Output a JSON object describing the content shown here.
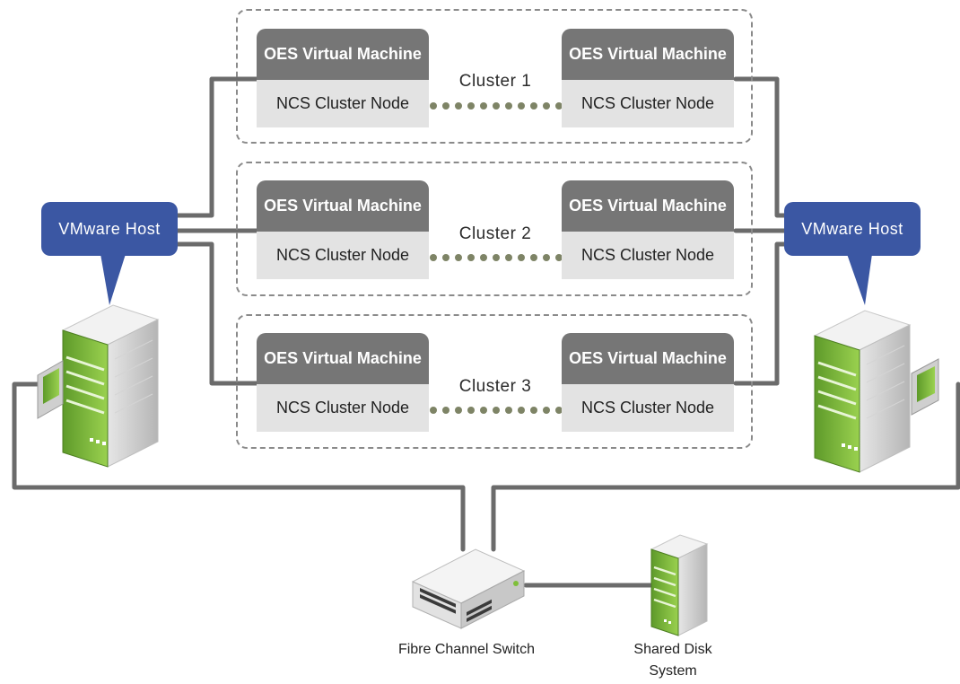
{
  "clusters": [
    {
      "label": "Cluster 1",
      "left_vm": {
        "title": "OES Virtual Machine",
        "role": "NCS Cluster Node"
      },
      "right_vm": {
        "title": "OES Virtual Machine",
        "role": "NCS Cluster Node"
      }
    },
    {
      "label": "Cluster 2",
      "left_vm": {
        "title": "OES Virtual Machine",
        "role": "NCS Cluster Node"
      },
      "right_vm": {
        "title": "OES Virtual Machine",
        "role": "NCS Cluster Node"
      }
    },
    {
      "label": "Cluster 3",
      "left_vm": {
        "title": "OES Virtual Machine",
        "role": "NCS Cluster Node"
      },
      "right_vm": {
        "title": "OES Virtual Machine",
        "role": "NCS Cluster Node"
      }
    }
  ],
  "hosts": {
    "left": "VMware Host",
    "right": "VMware Host"
  },
  "switch": {
    "label": "Fibre Channel Switch"
  },
  "disk": {
    "label": "Shared Disk System"
  },
  "colors": {
    "vm_header": "#767676",
    "vm_body": "#e3e3e3",
    "host_bubble": "#3b57a3",
    "connector": "#6b6b6b",
    "heartbeat_dots": "#7e8466",
    "server_accent": "#7fbf3a"
  }
}
